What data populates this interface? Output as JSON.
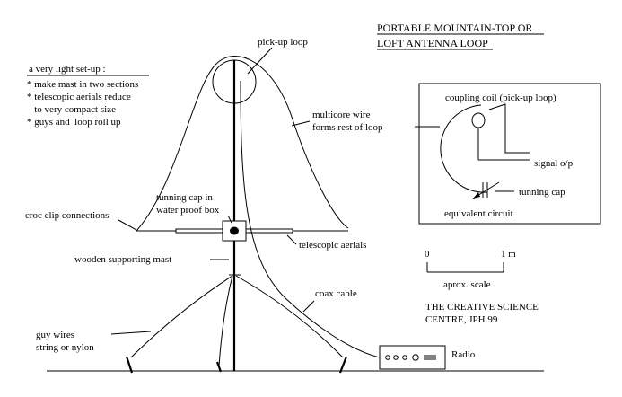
{
  "title": {
    "line1": "PORTABLE MOUNTAIN-TOP OR",
    "line2": "LOFT ANTENNA LOOP"
  },
  "setup_notes": {
    "heading": "a very light set-up :",
    "bullets": [
      "* make mast in two sections",
      "* telescopic aerials reduce",
      "   to very compact size",
      "* guys and  loop roll up"
    ]
  },
  "labels": {
    "pickup_loop": "pick-up loop",
    "multicore_line1": "multicore wire",
    "multicore_line2": "forms rest of loop",
    "tuning_cap_line1": "tunning cap in",
    "tuning_cap_line2": "water proof box",
    "croc_clip": "croc clip connections",
    "telescopic": "telescopic aerials",
    "mast": "wooden supporting mast",
    "coax": "coax cable",
    "guy_line1": "guy wires",
    "guy_line2": "string or nylon",
    "radio": "Radio"
  },
  "equivalent_circuit": {
    "coupling": "coupling coil (pick-up loop)",
    "signal": "signal o/p",
    "tuning_cap": "tunning cap",
    "caption": "equivalent circuit"
  },
  "scale": {
    "start": "0",
    "end": "1 m",
    "caption": "aprox. scale"
  },
  "credit": {
    "line1": "THE CREATIVE SCIENCE",
    "line2": "CENTRE, JPH 99"
  }
}
